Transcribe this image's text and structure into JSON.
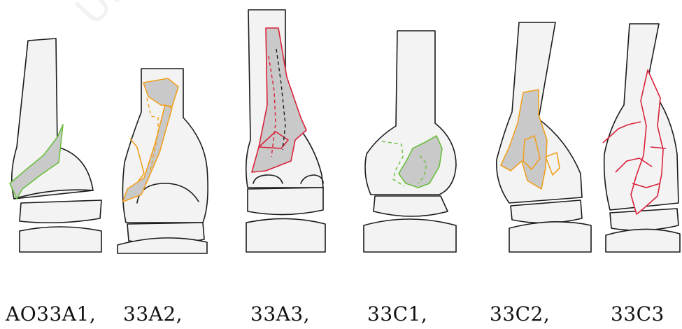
{
  "panels": [
    {
      "label": "AO33A1,",
      "color": "#6abf3e"
    },
    {
      "label": "33A2,",
      "color": "#f0a020"
    },
    {
      "label": "33A3,",
      "color": "#d9223a"
    },
    {
      "label": "33C1,",
      "color": "#6abf3e"
    },
    {
      "label": "33C2,",
      "color": "#f0a020"
    },
    {
      "label": "33C3",
      "color": "#d9223a"
    }
  ],
  "watermark": "Univ"
}
